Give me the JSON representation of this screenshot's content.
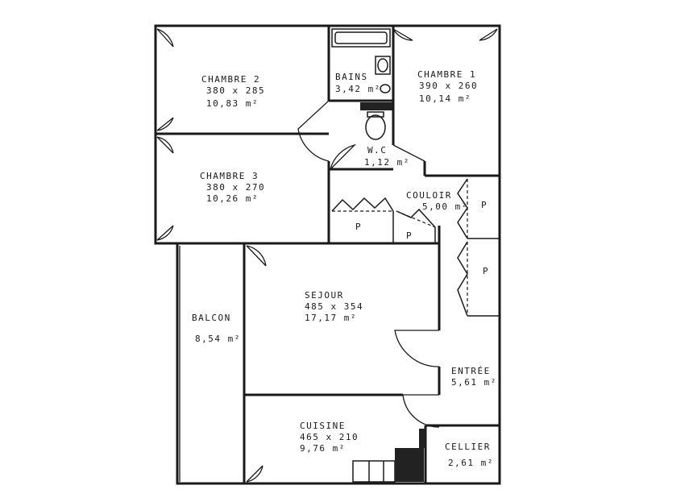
{
  "rooms": {
    "chambre2": {
      "name": "CHAMBRE 2",
      "dims": "380 x 285",
      "area": "10,83 m²"
    },
    "chambre3": {
      "name": "CHAMBRE 3",
      "dims": "380 x 270",
      "area": "10,26 m²"
    },
    "chambre1": {
      "name": "CHAMBRE 1",
      "dims": "390 x 260",
      "area": "10,14 m²"
    },
    "bains": {
      "name": "BAINS",
      "area": "3,42 m²"
    },
    "wc": {
      "name": "W.C",
      "area": "1,12 m²"
    },
    "couloir": {
      "name": "COULOIR",
      "area": "5,00 m²"
    },
    "sejour": {
      "name": "SEJOUR",
      "dims": "485 x 354",
      "area": "17,17 m²"
    },
    "balcon": {
      "name": "BALCON",
      "area": "8,54 m²"
    },
    "entree": {
      "name": "ENTRÉE",
      "area": "5,61 m²"
    },
    "cuisine": {
      "name": "CUISINE",
      "dims": "465 x 210",
      "area": "9,76 m²"
    },
    "cellier": {
      "name": "CELLIER",
      "area": "2,61 m²"
    }
  },
  "placards": {
    "label": "P"
  }
}
